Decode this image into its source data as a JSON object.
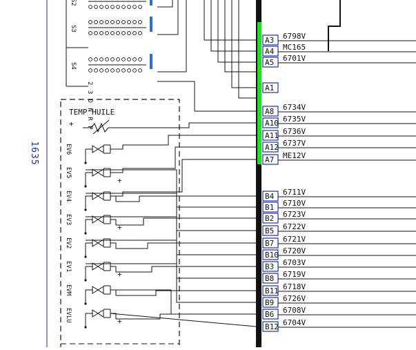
{
  "sheet_number": "1635",
  "sensor_title": "TEMP HUILE",
  "plus_sign": "+",
  "switch_labels": [
    "S2",
    "S3",
    "S4"
  ],
  "selector_positions": "2 3 D N R P",
  "valve_labels": [
    "EV6",
    "EV5",
    "EV4",
    "EV3",
    "EV2",
    "EV1",
    "EVM",
    "EVLU"
  ],
  "connector_a": [
    {
      "pin": "A3",
      "signal": "6798V"
    },
    {
      "pin": "A4",
      "signal": "MC165"
    },
    {
      "pin": "A5",
      "signal": "6701V"
    },
    {
      "pin": "A1",
      "signal": ""
    },
    {
      "pin": "A8",
      "signal": "6734V"
    },
    {
      "pin": "A10",
      "signal": "6735V"
    },
    {
      "pin": "A11",
      "signal": "6736V"
    },
    {
      "pin": "A12",
      "signal": "6737V"
    },
    {
      "pin": "A7",
      "signal": "ME12V"
    }
  ],
  "connector_b": [
    {
      "pin": "B4",
      "signal": "6711V"
    },
    {
      "pin": "B1",
      "signal": "6710V"
    },
    {
      "pin": "B2",
      "signal": "6723V"
    },
    {
      "pin": "B5",
      "signal": "6722V"
    },
    {
      "pin": "B7",
      "signal": "6721V"
    },
    {
      "pin": "B10",
      "signal": "6720V"
    },
    {
      "pin": "B3",
      "signal": "6703V"
    },
    {
      "pin": "B8",
      "signal": "6719V"
    },
    {
      "pin": "B11",
      "signal": "6718V"
    },
    {
      "pin": "B9",
      "signal": "6726V"
    },
    {
      "pin": "B6",
      "signal": "6708V"
    },
    {
      "pin": "B12",
      "signal": "6704V"
    }
  ],
  "colors": {
    "wire": "#111111",
    "pin_box": "#1a2ea8",
    "connector_active": "#22e022",
    "switch_contact": "#2a6fd6",
    "sheet_number": "#1a2ea8"
  }
}
